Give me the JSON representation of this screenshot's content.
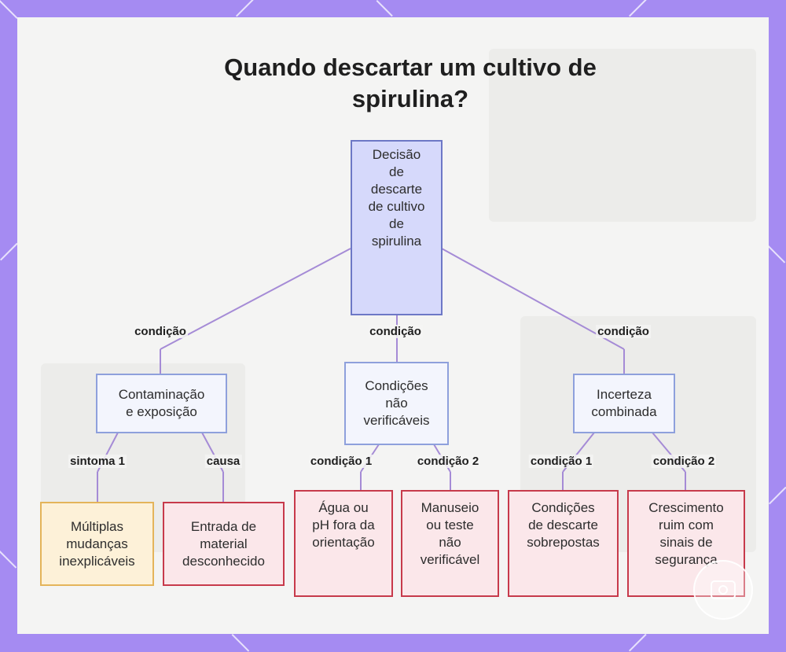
{
  "title": "Quando descartar um cultivo de spirulina?",
  "colors": {
    "frame": "#a58bf2",
    "root_fill": "#d6d9fb",
    "mid_fill": "#f3f5fd",
    "warn_fill": "#fdf1d8",
    "danger_fill": "#fbe7ea",
    "danger_border": "#c73a4b",
    "edge": "#a58bd6"
  },
  "nodes": {
    "root": "Decisão\nde\ndescarte\nde cultivo\nde\nspirulina",
    "contamination": "Contaminação\ne exposição",
    "unverified": "Condições\nnão\nverificáveis",
    "uncertainty": "Incerteza\ncombinada",
    "multiple_changes": "Múltiplas\nmudanças\ninexplicáveis",
    "unknown_material": "Entrada de\nmaterial\ndesconhecido",
    "water_ph": "Água ou\npH fora da\norientação",
    "handling": "Manuseio\nou teste\nnão\nverificável",
    "overlapping": "Condições\nde descarte\nsobrepostas",
    "poor_growth": "Crescimento\nruim com\nsinais de\nsegurança"
  },
  "edge_labels": {
    "root_left": "condição",
    "root_center": "condição",
    "root_right": "condição",
    "contamination_symptom": "sintoma 1",
    "contamination_cause": "causa",
    "unverified_c1": "condição 1",
    "unverified_c2": "condição 2",
    "uncertainty_c1": "condição 1",
    "uncertainty_c2": "condição 2"
  },
  "badge_icon": "logo-badge-icon"
}
